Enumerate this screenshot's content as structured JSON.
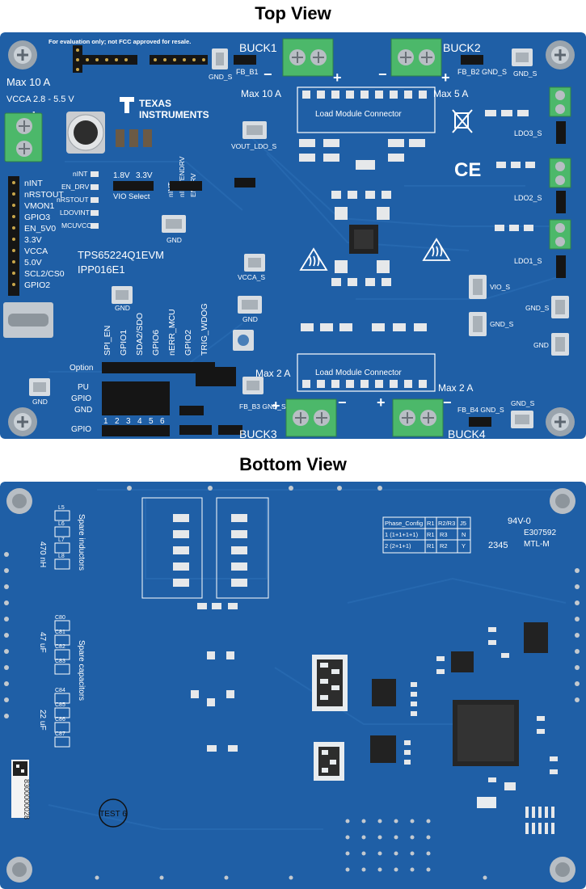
{
  "top_view": {
    "heading": "Top View",
    "notice": "For evaluation only; not FCC approved for resale.",
    "board_name": "TPS65224Q1EVM",
    "board_rev": "IPP016E1",
    "brand_line1": "TEXAS",
    "brand_line2": "INSTRUMENTS",
    "power": {
      "max_current": "Max 10 A",
      "vcca_range": "VCCA 2.8 - 5.5 V"
    },
    "bucks": {
      "buck1": "BUCK1",
      "buck2": "BUCK2",
      "buck3": "BUCK3",
      "buck4": "BUCK4",
      "max_buck1": "Max 10 A",
      "max_buck2": "Max 5 A",
      "max_buck3": "Max 2 A",
      "max_buck4": "Max 2 A"
    },
    "load_module_top": "Load Module Connector",
    "load_module_bottom": "Load Module Connector",
    "header_j25": [
      "nINT",
      "nRSTOUT",
      "VMON1",
      "GPIO3",
      "EN_5V0",
      "3.3V",
      "VCCA",
      "5.0V",
      "SCL2/CS0",
      "GPIO2"
    ],
    "led_labels": [
      "nINT",
      "EN_DRV",
      "nRSTOUT",
      "LDOVINT",
      "MCUVCC"
    ],
    "vio": {
      "v18": "1.8V",
      "v33": "3.3V",
      "select": "VIO Select"
    },
    "jumper_j19": [
      "nINT",
      "nINT/ENDRV",
      "ENDRV"
    ],
    "testpoints": {
      "tp16": "GND_S",
      "tp1": "VOUT_LDO_S",
      "tp15": "GND",
      "tp5": "VCCA_S",
      "tp11": "GND",
      "tp14": "GND",
      "tp12": "GND",
      "tp13": "GND_S",
      "tp3": "VIO_S",
      "tp6": "GND_S",
      "tp2": "GND_S",
      "tp9": "GND",
      "tp10": "GND_S"
    },
    "ldo": {
      "ldo3": "LDO3_S",
      "ldo2": "LDO2_S",
      "ldo1": "LDO1_S"
    },
    "gpio_header_cols": [
      "SPI_EN",
      "GPIO1",
      "SDA2/SDO",
      "GPIO6",
      "nERR_MCU",
      "GPIO2",
      "TRIG_WDOG"
    ],
    "gpio_header_rows": [
      "Option",
      "PU",
      "GPIO",
      "GND",
      "GPIO"
    ],
    "gpio_numbers": [
      "1",
      "2",
      "3",
      "4",
      "5",
      "6"
    ]
  },
  "bottom_view": {
    "heading": "Bottom View",
    "phase_table": {
      "headers": [
        "Phase_Config",
        "R1",
        "R2/R3",
        "J5"
      ],
      "rows": [
        [
          "1 (1+1+1+1)",
          "R1",
          "R3",
          "N"
        ],
        [
          "2 (2+1+1)",
          "R1",
          "R2",
          "Y"
        ]
      ]
    },
    "ul_mark": "94V-0",
    "ul_file": "E307592",
    "date_code": "2345",
    "maker": "MTL-M",
    "spare_inductors": "Spare inductors",
    "spare_capacitors": "Spare capacitors",
    "inductor_value": "470 nH",
    "cap_value_47": "47 uF",
    "cap_value_22": "22 uF",
    "test_stamp": "TEST 6",
    "barcode_text": "8300000028",
    "inductor_refs": [
      "L5",
      "L6",
      "L7",
      "L8"
    ],
    "cap_refs": [
      "C80",
      "C81",
      "C82",
      "C83",
      "C84",
      "C85",
      "C86",
      "C87"
    ]
  },
  "colors": {
    "pcb": "#1f5fa6",
    "pcb_dark": "#16457d",
    "silk": "#ffffff",
    "terminal": "#4cb86a",
    "header": "#151515"
  }
}
